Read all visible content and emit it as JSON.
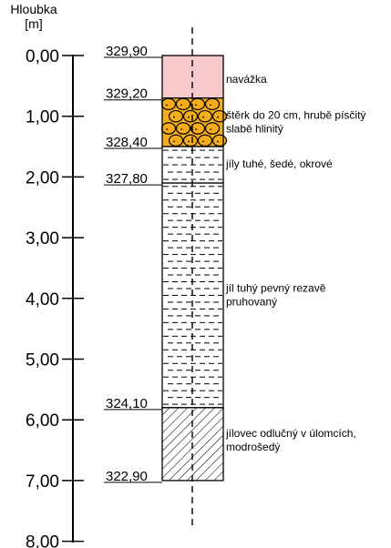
{
  "axis": {
    "title": "Hloubka",
    "unit": "[m]",
    "ticks": [
      {
        "depth": 0,
        "label": "0,00"
      },
      {
        "depth": 1,
        "label": "1,00"
      },
      {
        "depth": 2,
        "label": "2,00"
      },
      {
        "depth": 3,
        "label": "3,00"
      },
      {
        "depth": 4,
        "label": "4,00"
      },
      {
        "depth": 5,
        "label": "5,00"
      },
      {
        "depth": 6,
        "label": "6,00"
      },
      {
        "depth": 7,
        "label": "7,00"
      },
      {
        "depth": 8,
        "label": "8,00"
      }
    ]
  },
  "elevations": [
    {
      "depth": 0.0,
      "label": "329,90"
    },
    {
      "depth": 0.7,
      "label": "329,20"
    },
    {
      "depth": 1.5,
      "label": "328,40"
    },
    {
      "depth": 2.1,
      "label": "327,80"
    },
    {
      "depth": 5.8,
      "label": "324,10"
    },
    {
      "depth": 7.0,
      "label": "322,90"
    }
  ],
  "layers": [
    {
      "name": "fill",
      "from": 0.0,
      "to": 0.7,
      "pattern": "fill",
      "color": "#f7c8cc",
      "desc": [
        "navážka"
      ]
    },
    {
      "name": "gravel",
      "from": 0.7,
      "to": 1.5,
      "pattern": "gravel",
      "color": "#f5ad1c",
      "desc": [
        "štěrk do 20 cm, hrubě písčitý",
        "slabě hlinitý"
      ]
    },
    {
      "name": "clay-grey-ochre",
      "from": 1.5,
      "to": 2.1,
      "pattern": "clay",
      "color": "#ffffff",
      "desc": [
        "jíly tuhé, šedé, okrové"
      ]
    },
    {
      "name": "clay-rusty-striped",
      "from": 2.1,
      "to": 5.8,
      "pattern": "clay",
      "color": "#ffffff",
      "desc": [
        "jíl tuhý pevný  rezavě",
        "pruhovaný"
      ]
    },
    {
      "name": "claystone",
      "from": 5.8,
      "to": 7.0,
      "pattern": "hatch",
      "color": "#ffffff",
      "desc": [
        "jílovec odlučný v úlomcích,",
        "modrošedý"
      ]
    }
  ]
}
